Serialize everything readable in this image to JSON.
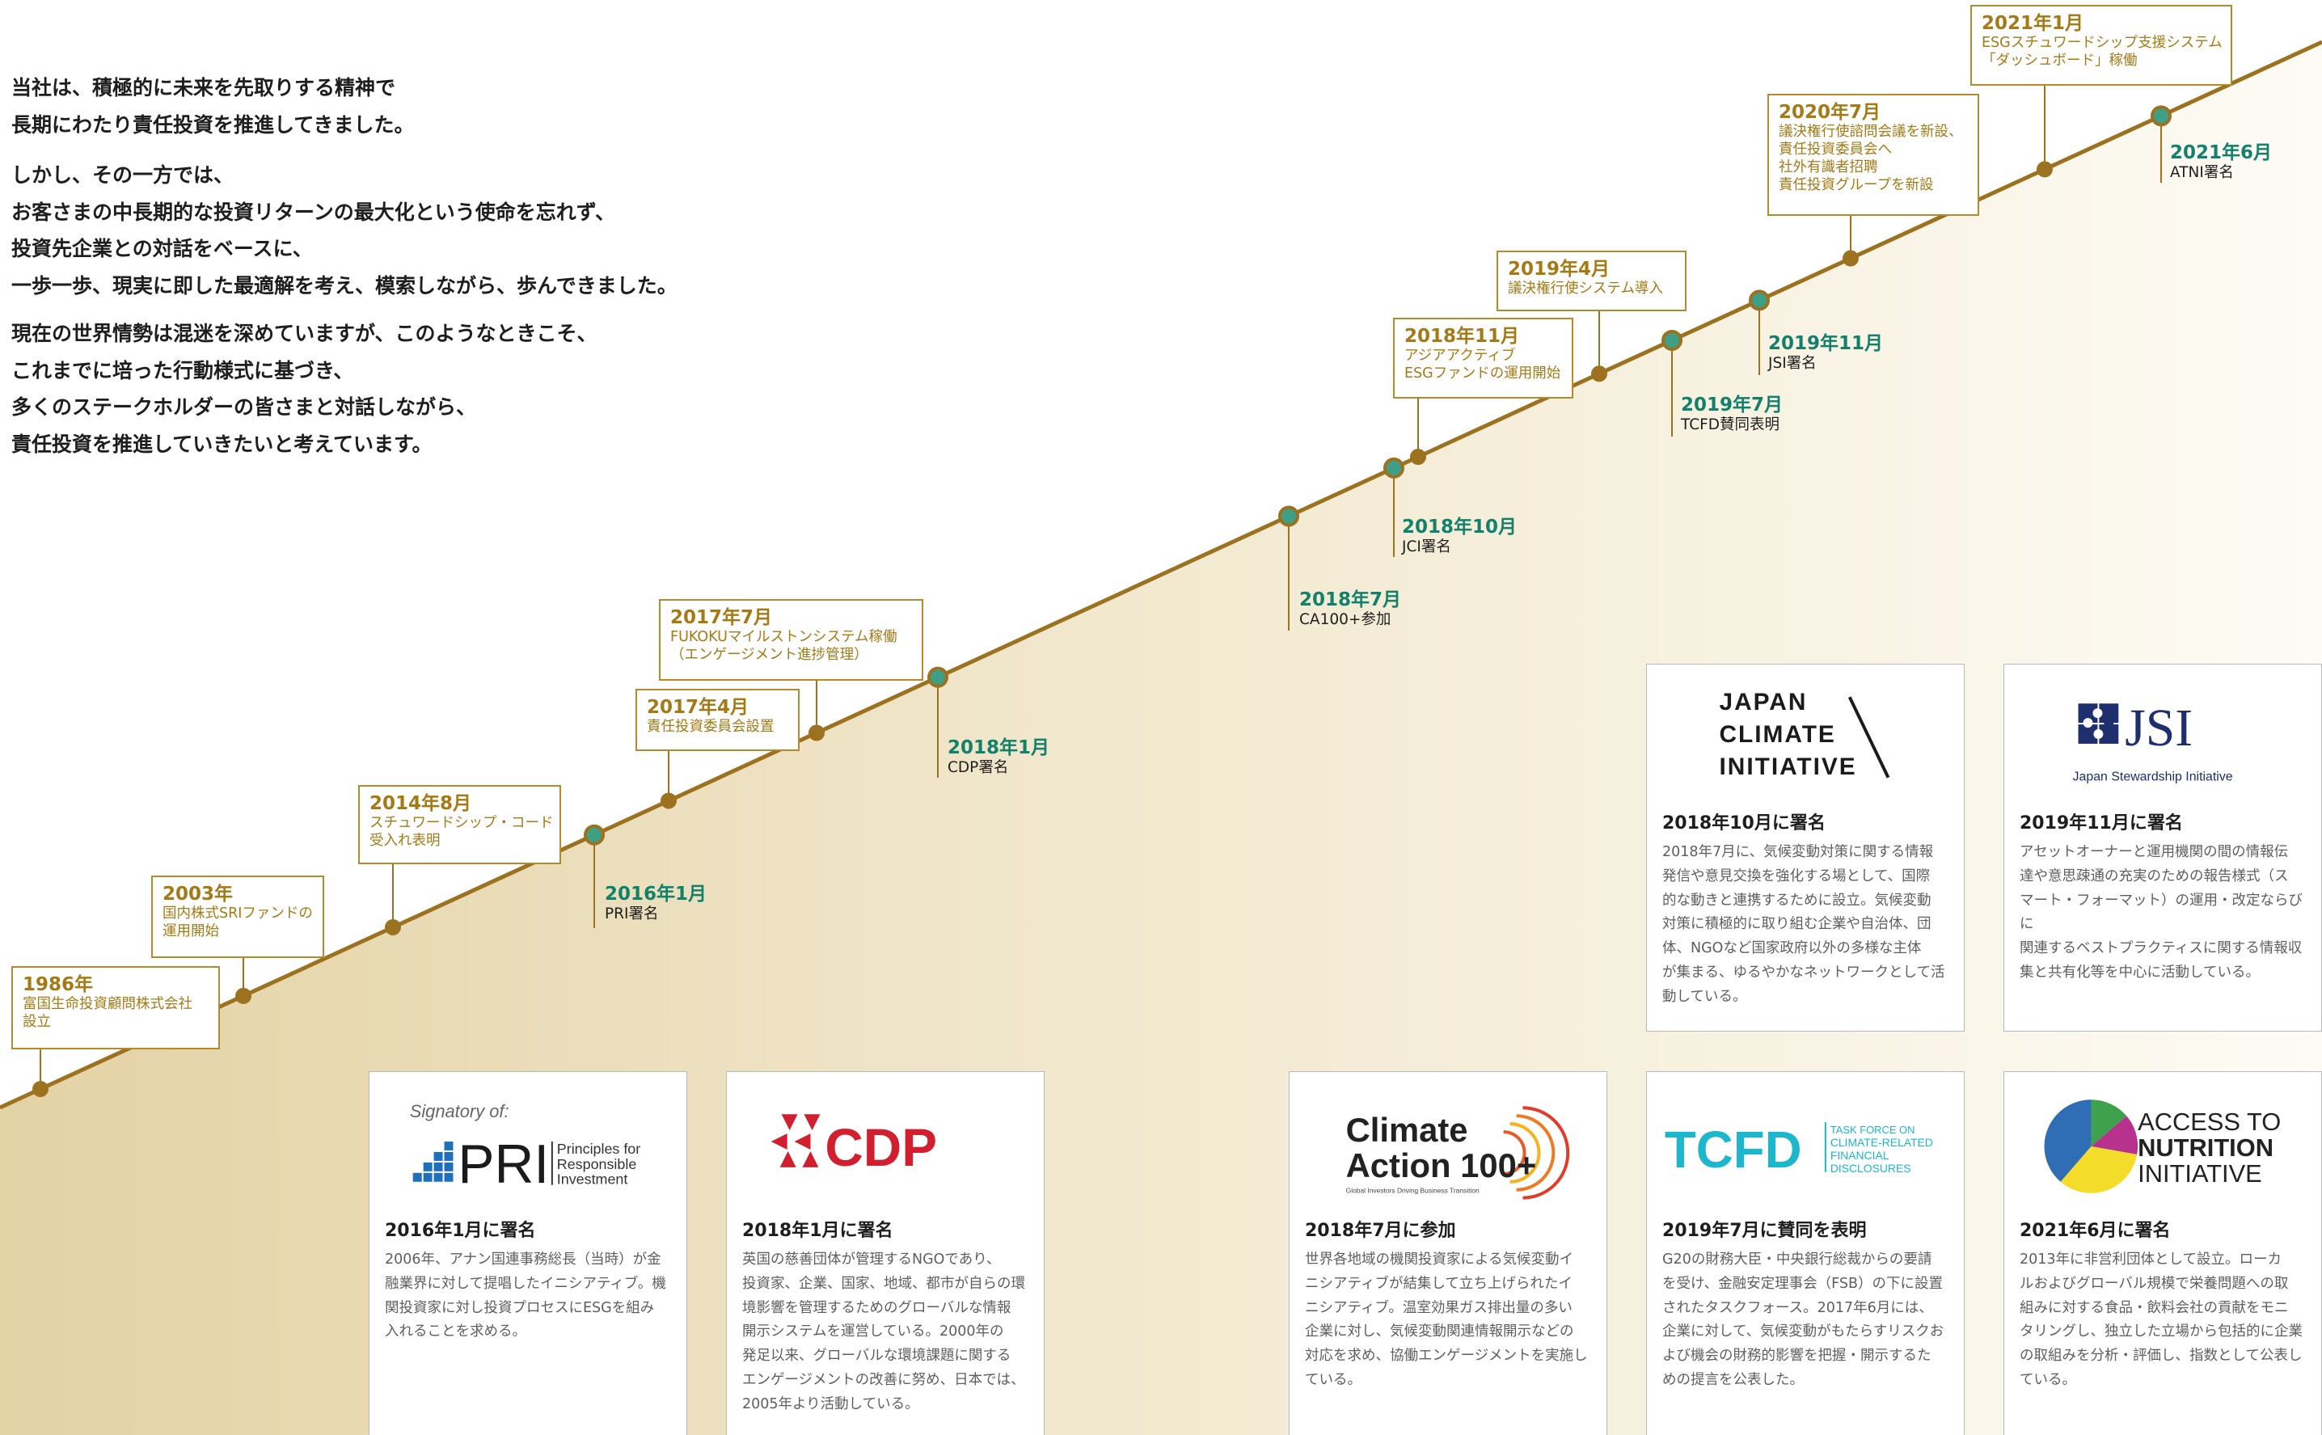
{
  "intro": {
    "p1": [
      "当社は、積極的に未来を先取りする精神で",
      "長期にわたり責任投資を推進してきました。"
    ],
    "p2": [
      "しかし、その一方では、",
      "お客さまの中長期的な投資リターンの最大化という使命を忘れず、",
      "投資先企業との対話をベースに、",
      "一歩一歩、現実に即した最適解を考え、模索しながら、歩んできました。"
    ],
    "p3": [
      "現在の世界情勢は混迷を深めていますが、このようなときこそ、",
      "これまでに培った行動様式に基づき、",
      "多くのステークホルダーの皆さまと対話しながら、",
      "責任投資を推進していきたいと考えています。"
    ]
  },
  "colors": {
    "gold": "#a47a16",
    "line": "#9c7221",
    "teal": "#12806a",
    "dot_teal": "#3f9f86",
    "fill": "#e9dbb4"
  },
  "timeline_events": [
    {
      "date": "1986年",
      "text": [
        "富国生命投資顧問株式会社",
        "設立"
      ],
      "style": "boxed"
    },
    {
      "date": "2003年",
      "text": [
        "国内株式SRIファンドの",
        "運用開始"
      ],
      "style": "boxed"
    },
    {
      "date": "2014年8月",
      "text": [
        "スチュワードシップ・コード",
        "受入れ表明"
      ],
      "style": "boxed"
    },
    {
      "date": "2016年1月",
      "text": [
        "PRI署名"
      ],
      "style": "plain"
    },
    {
      "date": "2017年4月",
      "text": [
        "責任投資委員会設置"
      ],
      "style": "boxed"
    },
    {
      "date": "2017年7月",
      "text": [
        "FUKOKUマイルストンシステム稼働",
        "（エンゲージメント進捗管理）"
      ],
      "style": "boxed"
    },
    {
      "date": "2018年1月",
      "text": [
        "CDP署名"
      ],
      "style": "plain"
    },
    {
      "date": "2018年7月",
      "text": [
        "CA100+参加"
      ],
      "style": "plain"
    },
    {
      "date": "2018年10月",
      "text": [
        "JCI署名"
      ],
      "style": "plain"
    },
    {
      "date": "2018年11月",
      "text": [
        "アジアアクティブ",
        "ESGファンドの運用開始"
      ],
      "style": "boxed"
    },
    {
      "date": "2019年4月",
      "text": [
        "議決権行使システム導入"
      ],
      "style": "boxed"
    },
    {
      "date": "2019年7月",
      "text": [
        "TCFD賛同表明"
      ],
      "style": "plain"
    },
    {
      "date": "2019年11月",
      "text": [
        "JSI署名"
      ],
      "style": "plain"
    },
    {
      "date": "2020年7月",
      "text": [
        "議決権行使諮問会議を新設、",
        "責任投資委員会へ",
        "社外有識者招聘",
        "責任投資グループを新設"
      ],
      "style": "boxed"
    },
    {
      "date": "2021年1月",
      "text": [
        "ESGスチュワードシップ支援システム",
        "「ダッシュボード」稼働"
      ],
      "style": "boxed"
    },
    {
      "date": "2021年6月",
      "text": [
        "ATNI署名"
      ],
      "style": "plain"
    }
  ],
  "cards": [
    {
      "title": "2016年1月に署名",
      "body": "2006年、アナン国連事務総長（当時）が金\n融業界に対して提唱したイニシアティブ。機\n関投資家に対し投資プロセスにESGを組み\n入れることを求める。",
      "logo": {
        "caption": "Signatory of:",
        "name": "PRI",
        "subtitle": [
          "Principles for",
          "Responsible",
          "Investment"
        ],
        "icon": "pri-grid-icon"
      }
    },
    {
      "title": "2018年1月に署名",
      "body": "英国の慈善団体が管理するNGOであり、\n投資家、企業、国家、地域、都市が自らの環\n境影響を管理するためのグローバルな情報\n開示システムを運営している。2000年の\n発足以来、グローバルな環境課題に関する\nエンゲージメントの改善に努め、日本では、\n2005年より活動している。",
      "logo": {
        "name": "CDP",
        "icon": "cdp-arrows-icon"
      }
    },
    {
      "title": "2018年7月に参加",
      "body": "世界各地域の機関投資家による気候変動イ\nニシアティブが結集して立ち上げられたイ\nニシアティブ。温室効果ガス排出量の多い\n企業に対し、気候変動関連情報開示などの\n対応を求め、協働エンゲージメントを実施し\nている。",
      "logo": {
        "line1": "Climate",
        "line2": "Action 100+",
        "tagline": "Global Investors Driving Business Transition",
        "icon": "climate-arcs-icon"
      }
    },
    {
      "title": "2019年7月に賛同を表明",
      "body": "G20の財務大臣・中央銀行総裁からの要請\nを受け、金融安定理事会（FSB）の下に設置\nされたタスクフォース。2017年6月には、\n企業に対して、気候変動がもたらすリスクお\nよび機会の財務的影響を把握・開示するた\nめの提言を公表した。",
      "logo": {
        "name": "TCFD",
        "subtitle": [
          "TASK FORCE ON",
          "CLIMATE-RELATED",
          "FINANCIAL",
          "DISCLOSURES"
        ]
      }
    },
    {
      "title": "2021年6月に署名",
      "body": "2013年に非営利団体として設立。ローカ\nルおよびグローバル規模で栄養問題への取\n組みに対する食品・飲料会社の貢献をモニ\nタリングし、独立した立場から包括的に企業\nの取組みを分析・評価し、指数として公表し\nている。",
      "logo": {
        "name": [
          "ACCESS TO",
          "NUTRITION",
          "INITIATIVE"
        ],
        "icon": "atni-pie-icon"
      }
    },
    {
      "title": "2018年10月に署名",
      "body": "2018年7月に、気候変動対策に関する情報\n発信や意見交換を強化する場として、国際\n的な動きと連携するために設立。気候変動\n対策に積極的に取り組む企業や自治体、団\n体、NGOなど国家政府以外の多様な主体\nが集まる、ゆるやかなネットワークとして活\n動している。",
      "logo": {
        "name": [
          "JAPAN",
          "CLIMATE",
          "INITIATIVE"
        ],
        "icon": "jci-slash-icon"
      }
    },
    {
      "title": "2019年11月に署名",
      "body": "アセットオーナーと運用機関の間の情報伝\n達や意思疎通の充実のための報告様式（ス\nマート・フォーマット）の運用・改定ならびに\n関連するベストプラクティスに関する情報収\n集と共有化等を中心に活動している。",
      "logo": {
        "name": "JSI",
        "subtitle": "Japan Stewardship Initiative",
        "icon": "jsi-puzzle-icon"
      }
    }
  ]
}
